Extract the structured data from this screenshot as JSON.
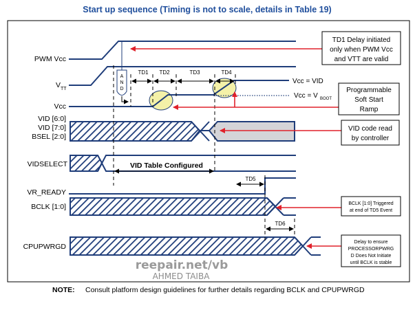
{
  "title": "Start up sequence (Timing is not to scale, details in Table 19)",
  "signals": {
    "pwm_vcc": "PWM Vcc",
    "vtt_main": "V",
    "vtt_sub": "TT",
    "vcc": "Vcc",
    "vid60": "VID [6:0]",
    "vid70": "VID [7:0]",
    "bsel": "BSEL [2:0]",
    "vidselect": "VIDSELECT",
    "vr_ready": "VR_READY",
    "bclk": "BCLK [1:0]",
    "cpupwrgd": "CPUPWRGD"
  },
  "timing": {
    "td1": "TD1",
    "td2": "TD2",
    "td3": "TD3",
    "td4": "TD4",
    "td5": "TD5",
    "td6": "TD6"
  },
  "gate": {
    "a": "A",
    "n": "N",
    "d": "D"
  },
  "annotations": {
    "vcc_eq_vid": "Vcc = VID",
    "vcc_eq_vboot_main": "Vcc = V",
    "vcc_eq_vboot_sub": "BOOT",
    "vid_table": "VID Table Configured"
  },
  "callouts": {
    "td1_delay": [
      "TD1 Delay initiated",
      "only when PWM Vcc",
      "and VTT are valid"
    ],
    "soft_start": [
      "Programmable",
      "Soft Start",
      "Ramp"
    ],
    "vid_code": [
      "VID code read",
      "by controller"
    ],
    "bclk_trigger": [
      "BCLK [1:0] Triggered",
      "at end of TD5 Event"
    ],
    "delay_ensure": [
      "Delay to ensure",
      "PROCESSORPWRG",
      "D Does Not Initiate",
      "until BCLK is stable"
    ]
  },
  "watermark": {
    "site": "reepair.net/vb",
    "author": "AHMED TAIBA"
  },
  "note": {
    "label": "NOTE:",
    "text": "Consult platform design guidelines for further details regarding BCLK and CPUPWRGD"
  },
  "colors": {
    "wave": "#1f3d7a",
    "arrow": "#e0202a",
    "ellipse": "#f4f1a8",
    "title": "#1f4e9c",
    "shaded": "#d4d4d8"
  }
}
